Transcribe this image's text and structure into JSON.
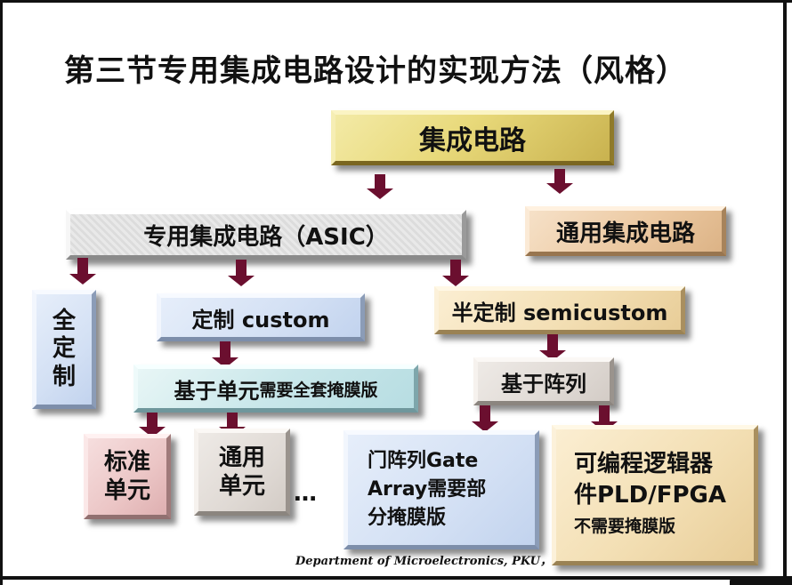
{
  "title": "第三节专用集成电路设计的实现方法（风格）",
  "nodes": {
    "ic": "集成电路",
    "asic": "专用集成电路（ASIC）",
    "general_ic": "通用集成电路",
    "full_custom": "全\n定\n制",
    "custom": "定制 custom",
    "semicustom": "半定制 semicustom",
    "cell_based": "基于单元",
    "cell_based_suffix": "需要全套掩膜版",
    "array_based": "基于阵列",
    "standard_cell": "标准\n单元",
    "general_cell": "通用\n单元",
    "ellipsis": "…",
    "gate_array": "门阵列Gate\nArray需要部\n分掩膜版",
    "pld_fpga_line1": "可编程逻辑器",
    "pld_fpga_line2": "件PLD/FPGA",
    "pld_fpga_line3": "不需要掩膜版"
  },
  "footer": "Department of Microelectronics, PKU，",
  "colors": {
    "arrow": "#6b0f2f"
  }
}
